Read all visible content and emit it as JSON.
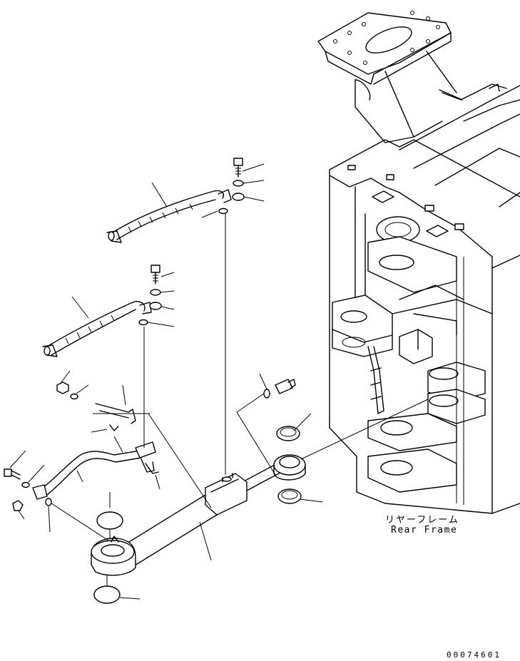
{
  "labels": {
    "rear_frame_jp": "リヤーフレーム",
    "rear_frame_en": "Rear Frame"
  },
  "drawing_number": "00074601",
  "colors": {
    "line": "#000000",
    "background": "#ffffff"
  }
}
